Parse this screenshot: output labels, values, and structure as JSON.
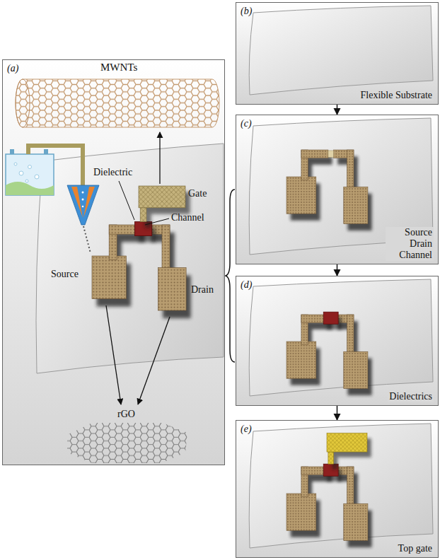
{
  "diagram": {
    "nodes": [
      {
        "text": [
          "(a)"
        ]
      },
      {
        "text": [
          "(b)",
          "Flexible Substrate"
        ]
      },
      {
        "text": [
          "(c)",
          "Source Drain Channel"
        ]
      },
      {
        "text": [
          "(d)",
          "Dielectrics"
        ]
      },
      {
        "text": [
          "(e)",
          "Top gate"
        ]
      }
    ],
    "edges": [
      {
        "from": 1,
        "to": 2,
        "arrow": "to"
      },
      {
        "from": 2,
        "to": 3,
        "arrow": "to"
      },
      {
        "from": 3,
        "to": 4,
        "arrow": "to"
      }
    ],
    "labels": [
      "MWNTs",
      "Dielectric",
      "Gate",
      "Channel",
      "Source",
      "Drain",
      "rGO"
    ]
  }
}
